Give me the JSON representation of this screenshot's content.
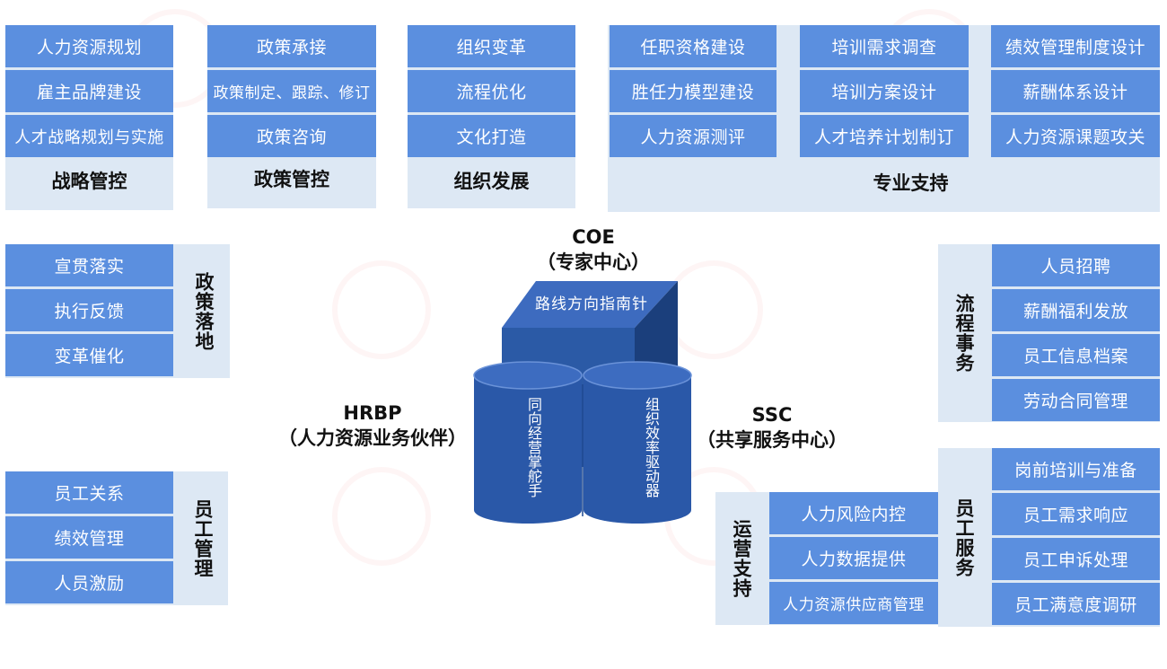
{
  "colors": {
    "item": "#5b8fdf",
    "panel": "#dde8f4",
    "cube_top": "#3d6bbf",
    "cube_front": "#2b5aa6",
    "cube_side": "#1b3f7c",
    "cylinder": "#2a58a8"
  },
  "strategy": {
    "items": [
      "人力资源规划",
      "雇主品牌建设",
      "人才战略规划与实施"
    ],
    "label": "战略管控"
  },
  "policy": {
    "items": [
      "政策承接",
      "政策制定、跟踪、修订",
      "政策咨询"
    ],
    "label": "政策管控"
  },
  "org": {
    "items": [
      "组织变革",
      "流程优化",
      "文化打造"
    ],
    "label": "组织发展"
  },
  "pro": {
    "col1": [
      "任职资格建设",
      "胜任力模型建设",
      "人力资源测评"
    ],
    "col2": [
      "培训需求调查",
      "培训方案设计",
      "人才培养计划制订"
    ],
    "col3": [
      "绩效管理制度设计",
      "薪酬体系设计",
      "人力资源课题攻关"
    ],
    "label": "专业支持"
  },
  "policy_land": {
    "items": [
      "宣贯落实",
      "执行反馈",
      "变革催化"
    ],
    "label": "政策落地"
  },
  "emp_mgmt": {
    "items": [
      "员工关系",
      "绩效管理",
      "人员激励"
    ],
    "label": "员工管理"
  },
  "process": {
    "items": [
      "人员招聘",
      "薪酬福利发放",
      "员工信息档案",
      "劳动合同管理"
    ],
    "label": "流程事务"
  },
  "emp_service": {
    "items": [
      "岗前培训与准备",
      "员工需求响应",
      "员工申诉处理",
      "员工满意度调研"
    ],
    "label": "员工服务"
  },
  "ops": {
    "items": [
      "人力风险内控",
      "人力数据提供",
      "人力资源供应商管理"
    ],
    "label": "运营支持"
  },
  "center": {
    "coe_title": "COE",
    "coe_sub": "（专家中心）",
    "cube_label": "路线方向指南针",
    "hrbp_title": "HRBP",
    "hrbp_sub": "（人力资源业务伙伴）",
    "ssc_title": "SSC",
    "ssc_sub": "（共享服务中心）",
    "cyl_left": "同向经营掌舵手",
    "cyl_right": "组织效率驱动器"
  }
}
